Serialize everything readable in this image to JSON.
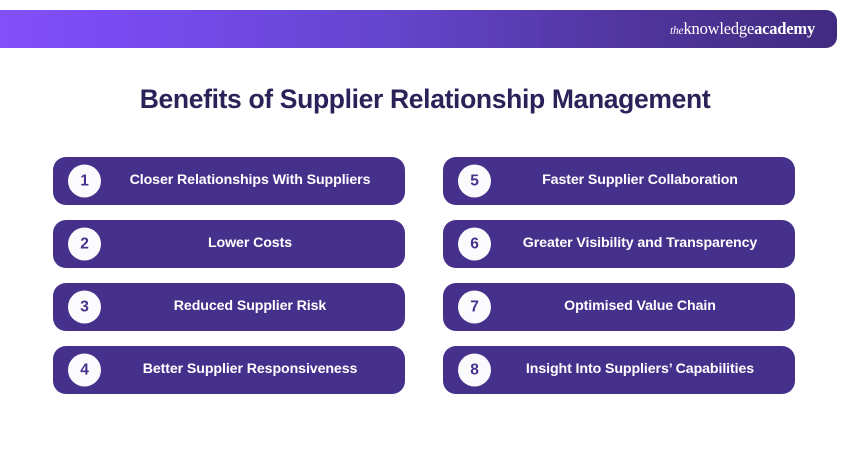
{
  "banner": {
    "logo": {
      "the": "the",
      "knowledge": "knowledge",
      "academy": "academy",
      "full_text": "theknowledgeacademy"
    },
    "gradient_from": "#8350f7",
    "gradient_to": "#412b81"
  },
  "header": {
    "title": "Benefits of Supplier Relationship Management",
    "title_color": "#2c2259"
  },
  "theme": {
    "card_background": "#45318c",
    "badge_background": "#fbfafd",
    "badge_text_color": "#45318c",
    "card_text_color": "#ffffff",
    "page_background": "#ffffff"
  },
  "benefits": [
    {
      "number": "1",
      "label": "Closer Relationships With Suppliers"
    },
    {
      "number": "2",
      "label": "Lower Costs"
    },
    {
      "number": "3",
      "label": "Reduced Supplier Risk"
    },
    {
      "number": "4",
      "label": "Better Supplier Responsiveness"
    },
    {
      "number": "5",
      "label": "Faster Supplier Collaboration"
    },
    {
      "number": "6",
      "label": "Greater Visibility and Transparency"
    },
    {
      "number": "7",
      "label": "Optimised Value Chain"
    },
    {
      "number": "8",
      "label": "Insight Into Suppliers’ Capabilities"
    }
  ]
}
